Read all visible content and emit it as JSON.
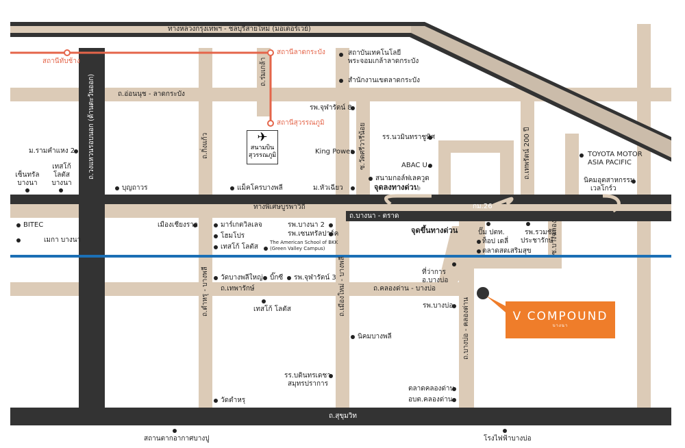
{
  "roads": {
    "motorway": "ทางหลวงกรุงเทพฯ - ชลบุรีสายใหม่ (มอเตอร์เวย์)",
    "onnut": "ถ.อ่อนนุช - ลาดกระบัง",
    "ring_east": "ถ.วงแหวนรอบนอก (ด้านตะวันออก)",
    "romklao": "ถ.ร่มเกล้า",
    "kingkaeo": "ถ.กิ่งแก้ว",
    "wat_srivaree": "ซ.วัดศรีวารีน้อย",
    "theparak_200": "ถ.เทพรัตน์ 200 ปี",
    "bangna_trad_highway": "ทางพิเศษบูรพาวิถี",
    "bangna_trad": "ถ.บางนา - ตราด",
    "km26": "กม.26",
    "bangchalong": "ซ.บางฉลอง",
    "thepharak": "ถ.เทพารักษ์",
    "klongdan_bangbo": "ถ.คลองด่าน - บางบ่อ",
    "kingkaeo_bangphli": "ถ.ตำหรุ - บางพลี",
    "mueang_bangphli": "ถ.เมืองใหม่ - บางพลี",
    "bangbo_klongdan": "ถ.บางบ่อ - คลองด่าน",
    "sukhumvit": "ถ.สุขุมวิท"
  },
  "rail": {
    "station_thapchang": "สถานีทับช้าง",
    "station_latkrabang": "สถานีลาดกระบัง",
    "station_suvarnabhumi": "สถานีสุวรรณภูมิ"
  },
  "airport": {
    "icon": "airplane-icon",
    "name_line1": "สนามบิน",
    "name_line2": "สุวรรณภูมิ"
  },
  "places": {
    "kmitl_1": "สถาบันเทคโนโลยี",
    "kmitl_2": "พระจอมเกล้าลาดกระบัง",
    "latkrabang_office": "สำนักงานเขตลาดกระบัง",
    "chularat8": "รพ.จุฬารัตน์ 8",
    "navamin_school": "รร.นวมินทราชูทิศ",
    "king_power": "King Power",
    "abac": "ABAC U.",
    "golf": "สนามกอล์ฟเลควูด",
    "toyota_1": "TOYOTA MOTOR",
    "toyota_2": "ASIA PACIFIC",
    "welgrow_1": "นิคมอุตสาหกรรม",
    "welgrow_2": "เวลโกร์ว",
    "ramkhamhaeng2": "ม.รามคำแหง 2",
    "central_bangna_1": "เซ็นทรัล",
    "central_bangna_2": "บางนา",
    "lotus_bangna_1": "เทสโก้",
    "lotus_bangna_2": "โลตัส",
    "lotus_bangna_3": "บางนา",
    "bunthavorn": "บุญถาวร",
    "makro_bangphli": "แม็คโครบางพลี",
    "huachiew": "ม.หัวเฉียว",
    "expressway_down": "จุดลงทางด่วน",
    "bitec": "BITEC",
    "mega_bangna": "เมกา บางนา",
    "mueang_chiangrak": "เมืองเชียงราก",
    "market_village": "มาร์เกตวิลเลจ",
    "homepro": "โฮมโปร",
    "lotus_bangphli": "เทสโก้ โลตัส",
    "bangna2_hospital": "รพ.บางนา 2",
    "central_park_hospital": "รพ.เซนทรัลปาร์ค",
    "american_school_1": "The American School of BKK",
    "american_school_2": "(Green Valley Campus)",
    "expressway_up": "จุดขึ้นทางด่วน",
    "pump_ptt": "ปั๊ม ปตท.",
    "tops_daily": "ท็อป เดลี่",
    "soemsuk_market": "ตลาดสดเสริมสุข",
    "ruamchai_1": "รพ.รวมชัย",
    "ruamchai_2": "ประชารักษ์",
    "wat_bangphli_yai": "วัดบางพลีใหญ่",
    "big_c": "บิ๊กซี",
    "chularat3": "รพ.จุฬารัตน์ 3",
    "district_office_1": "ที่ว่าการ",
    "district_office_2": "อ.บางบ่อ",
    "lotus_thepharak": "เทสโก้ โลตัส",
    "bangbo_hospital": "รพ.บางบ่อ",
    "bangphli_estate": "นิคมบางพลี",
    "school_samutprakan_1": "รร.บดินทรเดชา",
    "school_samutprakan_2": "สมุทรปราการ",
    "klongdan_market": "ตลาดคลองด่าน",
    "klongdan_district": "อบต.คลองด่าน",
    "wat_tamru": "วัดตำหรุ",
    "bangpu_station": "สถานตากอากาศบางปู",
    "bangbo_power": "โรงไฟฟ้าบางบ่อ"
  },
  "project": {
    "name": "V COMPOUND",
    "sub": "บางนา"
  },
  "colors": {
    "secondary_road": "#dccbb7",
    "main_road": "#333333",
    "rail": "#e4654a",
    "expressway_blue": "#1b6fb5",
    "brand_orange": "#ef7d2a"
  }
}
